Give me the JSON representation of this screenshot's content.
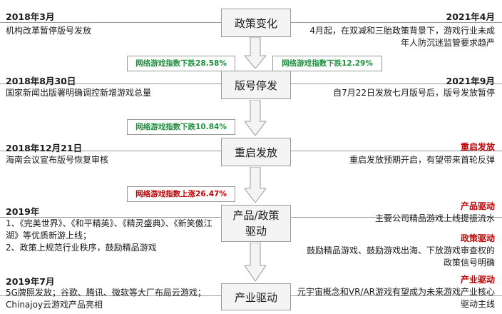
{
  "stages": [
    {
      "label": "政策变化"
    },
    {
      "label": "版号停发"
    },
    {
      "label": "重启发放"
    },
    {
      "label": "产品/政策\n驱动"
    },
    {
      "label": "产业驱动"
    }
  ],
  "left": [
    {
      "date": "2018年3月",
      "text": "机构改革暂停版号发放"
    },
    {
      "date": "2018年8月30日",
      "text": "国家新闻出版署明确调控新增游戏总量"
    },
    {
      "date": "2018年12月21日",
      "text": "海南会议宣布版号恢复审核"
    },
    {
      "date": "2019年",
      "text": "1、《完美世界》、《和平精英》、《精灵盛典》、《新笑傲江湖》等优质新游上线；\n2、政策上规范行业秩序，鼓励精品游戏"
    },
    {
      "date": "2019年7月",
      "text": "5G牌照发放；谷歌、腾讯、微软等大厂布局云游戏；Chinajoy云游戏产品亮相"
    }
  ],
  "right": [
    {
      "date": "2021年4月",
      "text": "4月起，在双减和三胎政策背景下，游戏行业未成年人防沉迷监管要求趋严"
    },
    {
      "date": "2021年9月",
      "text": "自7月22日发放七月版号后，版号发放暂停"
    },
    {
      "tag": "重启发放",
      "text": "重启发放预期开启，有望带来首轮反弹"
    },
    {
      "tag": "产品驱动",
      "text": "主要公司精品游戏上线提振流水"
    },
    {
      "tag": "政策驱动",
      "text": "鼓励精品游戏、鼓励游戏出海、下放游戏审查权的政策信号明确"
    },
    {
      "tag": "产业驱动",
      "text": "元宇宙概念和VR/AR游戏有望成为未来游戏产业核心驱动主线"
    }
  ],
  "badges": {
    "b1": "网络游戏指数下跌28.58%",
    "b2": "网络游戏指数下跌12.29%",
    "b3": "网络游戏指数下跌10.84%",
    "b4": "网络游戏指数上涨26.47%"
  },
  "colors": {
    "green": "#1f8f3e",
    "red": "#c00000",
    "line": "#9a9a9a"
  }
}
